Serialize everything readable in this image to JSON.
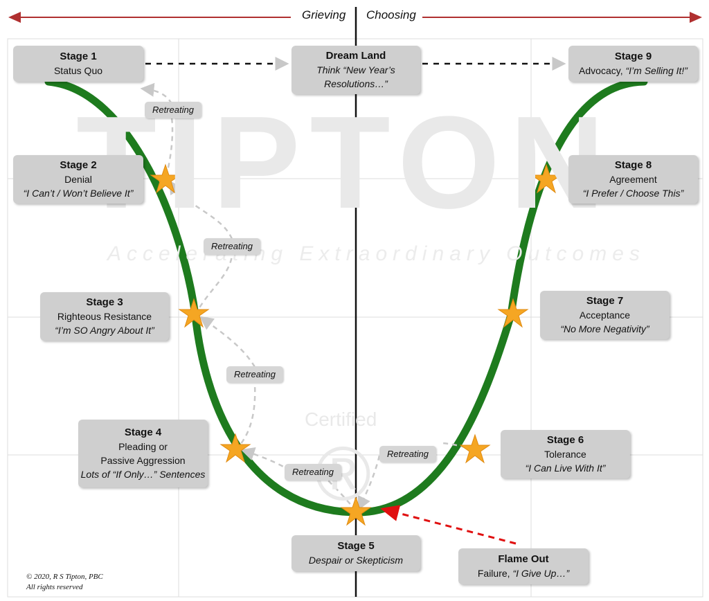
{
  "header": {
    "left": "Grieving",
    "right": "Choosing"
  },
  "watermark": {
    "name": "TIPTON",
    "tagline": "Accelerating Extraordinary Outcomes",
    "certified": "Certified",
    "registered": "®"
  },
  "stages": [
    {
      "title": "Stage 1",
      "line1": "Status Quo",
      "line2": "",
      "line3": ""
    },
    {
      "title": "Stage 2",
      "line1": "Denial",
      "line2": "“I Can’t / Won’t Believe It”",
      "line3": ""
    },
    {
      "title": "Stage 3",
      "line1": "Righteous Resistance",
      "line2": "“I’m SO Angry About It”",
      "line3": ""
    },
    {
      "title": "Stage 4",
      "line1": "Pleading or",
      "line2": "Passive Aggression",
      "line3": "Lots of “If Only…” Sentences"
    },
    {
      "title": "Stage 5",
      "line1": "Despair or Skepticism",
      "line2": "",
      "line3": ""
    },
    {
      "title": "Stage 6",
      "line1": "Tolerance",
      "line2": "“I Can Live With It”",
      "line3": ""
    },
    {
      "title": "Stage 7",
      "line1": "Acceptance",
      "line2": "“No More Negativity”",
      "line3": ""
    },
    {
      "title": "Stage 8",
      "line1": "Agreement",
      "line2": "“I Prefer / Choose This”",
      "line3": ""
    },
    {
      "title": "Stage 9",
      "line1": "Advocacy, ",
      "line2": "“I’m Selling It!”",
      "line3": ""
    }
  ],
  "dream_land": {
    "title": "Dream Land",
    "line1": "Think “New Year’s",
    "line2": "Resolutions…”"
  },
  "flame_out": {
    "title": "Flame Out",
    "line1": "Failure, ",
    "line2": "“I Give Up…”"
  },
  "retreat_label": "Retreating",
  "copyright": {
    "line1": "© 2020, R S Tipton, PBC",
    "line2": "All rights reserved"
  },
  "colors": {
    "curve": "#1e7b1e",
    "star": "#f5a623",
    "arrow_header": "#b03030",
    "flame_arrow": "#e01010",
    "retreat_arrow": "#c8c8c8",
    "box": "#cfcfcf"
  }
}
